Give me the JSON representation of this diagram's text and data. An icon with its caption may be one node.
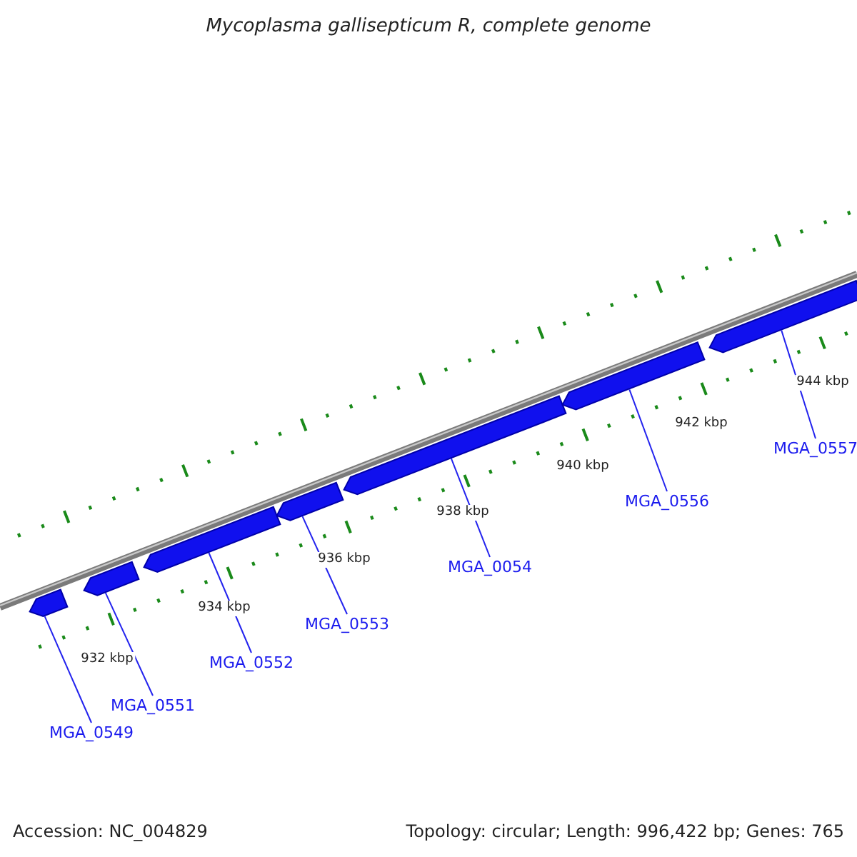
{
  "diagram": {
    "title": "Mycoplasma gallisepticum R, complete genome",
    "nodes": [
      {
        "text": [],
        "shape": "bar"
      },
      {
        "text": [],
        "shape": "bar"
      },
      {
        "text": [],
        "shape": "bar"
      },
      {
        "text": [],
        "shape": "bar"
      },
      {
        "text": [],
        "shape": "bar"
      },
      {
        "text": [],
        "shape": "bar"
      },
      {
        "text": [],
        "shape": "bar"
      },
      {
        "text": [
          "MGA_0549"
        ]
      },
      {
        "text": [
          "MGA_0551"
        ]
      },
      {
        "text": [
          "MGA_0552"
        ]
      },
      {
        "text": [
          "MGA_0553"
        ]
      },
      {
        "text": [
          "MGA_0054"
        ]
      },
      {
        "text": [
          "MGA_0556"
        ]
      },
      {
        "text": [
          "MGA_0557"
        ]
      }
    ],
    "edges": [
      {
        "from": 7,
        "to": 0,
        "arrow": "none"
      },
      {
        "from": 8,
        "to": 1,
        "arrow": "none"
      },
      {
        "from": 9,
        "to": 2,
        "arrow": "none"
      },
      {
        "from": 10,
        "to": 3,
        "arrow": "none"
      },
      {
        "from": 11,
        "to": 4,
        "arrow": "none"
      },
      {
        "from": 12,
        "to": 5,
        "arrow": "none"
      },
      {
        "from": 13,
        "to": 6,
        "arrow": "none"
      }
    ],
    "labels": [
      "944 kbp",
      "942 kbp",
      "940 kbp",
      "938 kbp",
      "936 kbp",
      "934 kbp",
      "932 kbp",
      "Accession: NC_004829",
      "Topology: circular; Length: 996,422 bp; Genes: 765"
    ]
  }
}
